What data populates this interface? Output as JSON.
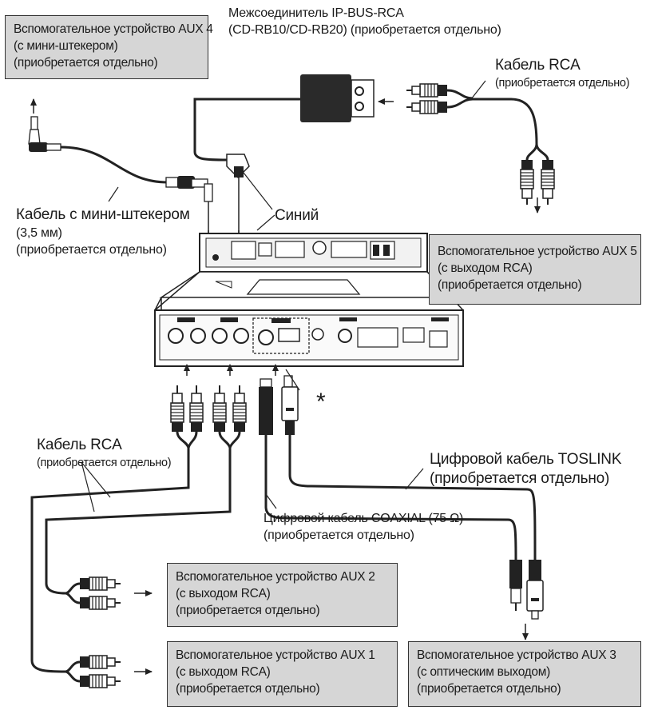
{
  "boxes": {
    "aux4": [
      "Вспомогательное устройство AUX 4",
      "(с мини-штекером)",
      "(приобретается отдельно)"
    ],
    "aux5": [
      "Вспомогательное устройство AUX 5",
      "(с выходом RCA)",
      "(приобретается отдельно)"
    ],
    "aux2": [
      "Вспомогательное устройство AUX 2",
      "(с выходом RCA)",
      "(приобретается отдельно)"
    ],
    "aux1": [
      "Вспомогательное устройство AUX 1",
      "(с выходом RCA)",
      "(приобретается отдельно)"
    ],
    "aux3": [
      "Вспомогательное устройство AUX 3",
      "(с оптическим выходом)",
      "(приобретается отдельно)"
    ]
  },
  "labels": {
    "ipbus": [
      "Межсоединитель IP-BUS-RCA",
      "(CD-RB10/CD-RB20) (приобретается отдельно)"
    ],
    "rca_top": [
      "Кабель RCA",
      "(приобретается отдельно)"
    ],
    "minijack": [
      "Кабель с мини-штекером",
      "(3,5 мм)",
      "(приобретается отдельно)"
    ],
    "blue": "Синий",
    "rca_left": [
      "Кабель RCA",
      "(приобретается отдельно)"
    ],
    "toslink": [
      "Цифровой кабель TOSLINK",
      "(приобретается отдельно)"
    ],
    "coaxial": [
      "Цифровой кабель COAXIAL (75 Ω)",
      "(приобретается отдельно)"
    ],
    "asterisk": "*"
  }
}
